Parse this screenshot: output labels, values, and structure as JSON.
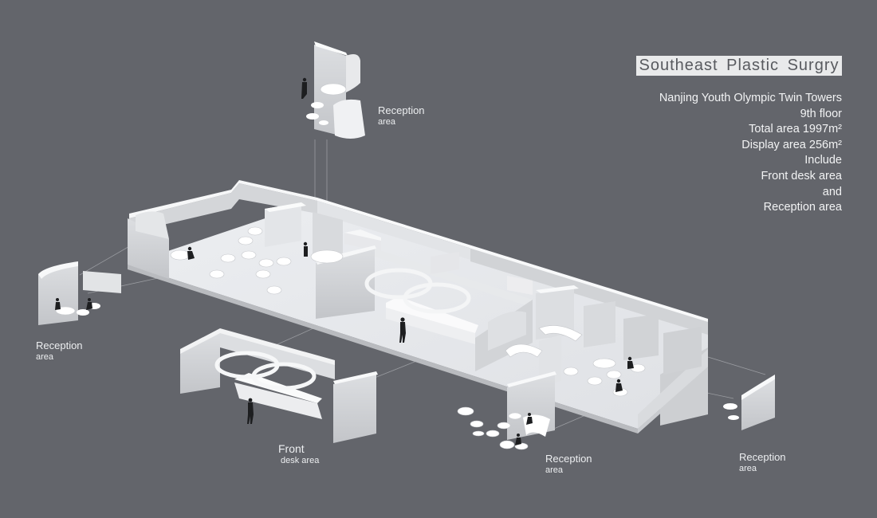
{
  "title": "Southeast  Plastic  Surgry",
  "info_lines": [
    "Nanjing Youth Olympic Twin Towers",
    "9th floor",
    "Total area 1997m²",
    "Display area 256m²",
    "Include",
    "Front desk area",
    "and",
    "Reception area"
  ],
  "labels": {
    "reception_top": {
      "main": "Reception",
      "sub": "area"
    },
    "reception_left": {
      "main": "Reception",
      "sub": "area"
    },
    "front_desk": {
      "main": "Front",
      "sub": "desk area"
    },
    "reception_mid": {
      "main": "Reception",
      "sub": "area"
    },
    "reception_right": {
      "main": "Reception",
      "sub": "area"
    }
  },
  "colors": {
    "background": "#63656b",
    "model_floor": "#e6e8ec",
    "model_wall": "#cfd1d4",
    "model_wall_top": "#f7f8f9",
    "text": "#eceef0"
  }
}
